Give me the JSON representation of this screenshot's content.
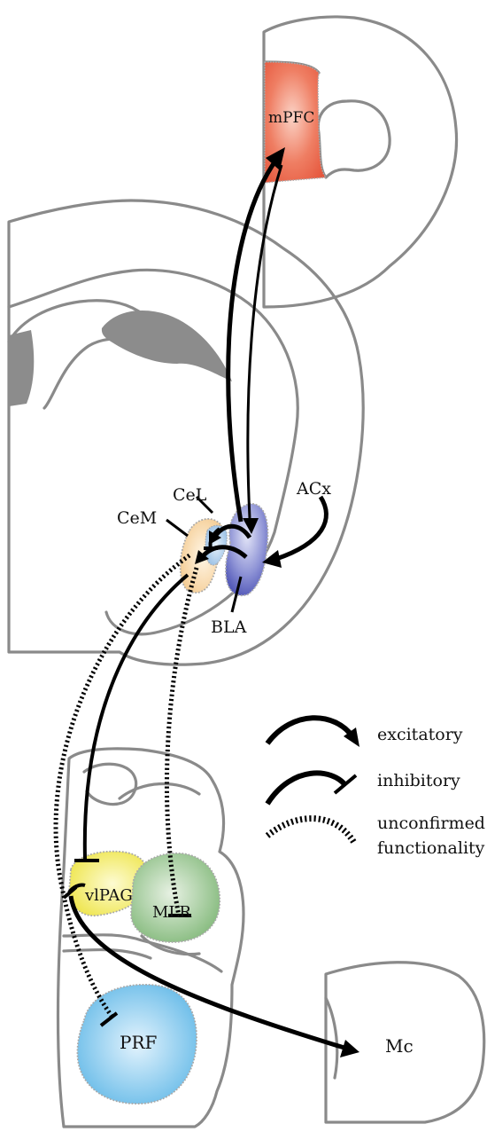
{
  "regions": {
    "mpfc": {
      "label": "mPFC",
      "color": "#e5553b"
    },
    "cel": {
      "label": "CeL",
      "color": "#86b4e0"
    },
    "cem": {
      "label": "CeM",
      "color": "#f2c27f"
    },
    "bla": {
      "label": "BLA",
      "color": "#4248b0"
    },
    "acx": {
      "label": "ACx"
    },
    "vlpag": {
      "label": "vlPAG",
      "color": "#ece23a"
    },
    "mlr": {
      "label": "MLR",
      "color": "#6fae66"
    },
    "prf": {
      "label": "PRF",
      "color": "#4fb0e4"
    },
    "mc": {
      "label": "Mc"
    }
  },
  "legend": {
    "excitatory": "excitatory",
    "inhibitory": "inhibitory",
    "unconfirmed_line1": "unconfirmed",
    "unconfirmed_line2": "functionality"
  }
}
